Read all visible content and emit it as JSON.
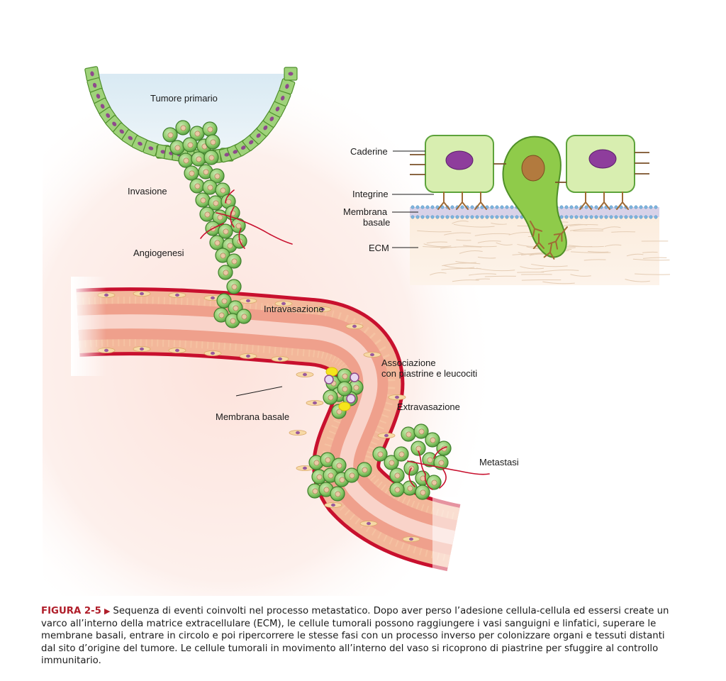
{
  "labels": {
    "tumore_primario": "Tumore primario",
    "invasione": "Invasione",
    "angiogenesi": "Angiogenesi",
    "intravasazione": "Intravasazione",
    "associazione_line1": "Associazione",
    "associazione_line2": "con piastrine e leucociti",
    "extravasazione": "Extravasazione",
    "membrana_basale": "Membrana basale",
    "metastasi": "Metastasi"
  },
  "inset": {
    "caderine": "Caderine",
    "integrine": "Integrine",
    "membrana_line1": "Membrana",
    "membrana_line2": "basale",
    "ecm": "ECM"
  },
  "caption": {
    "figure_label": "FIGURA 2-5",
    "arrow": "▶",
    "text": "Sequenza di eventi coinvolti nel processo metastatico. Dopo aver perso l’adesione cellula-cellula ed essersi create un varco all’interno della matrice extracellulare (ECM), le cellule tumorali possono raggiungere i vasi sanguigni e linfatici, superare le membrane basali, entrare in circolo e poi ripercorrere le stesse fasi con un processo inverso per colonizzare organi e tessuti distanti dal sito d’origine del tumore. Le cellule tumorali in movimento all’interno del vaso si ricoprono di piastrine per sfuggire al controllo immunitario."
  },
  "colors": {
    "caption_accent": "#b01e2a",
    "vessel_wall": "#c8102e",
    "tumor_cell": "#7dbf5a",
    "epithelium_nucleus": "#8e4a8c"
  }
}
